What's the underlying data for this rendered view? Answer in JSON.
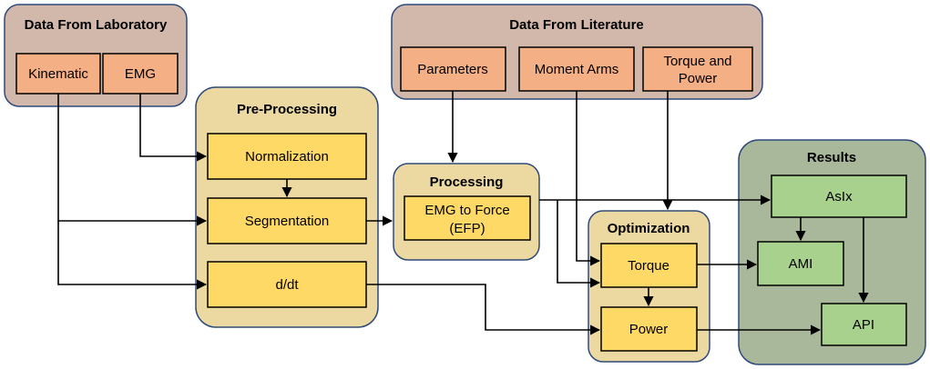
{
  "groups": {
    "lab": {
      "title": "Data From Laboratory",
      "fill": "#d2b8ab",
      "stroke": "#2f4a7a"
    },
    "literature": {
      "title": "Data From Literature",
      "fill": "#d2b8ab",
      "stroke": "#2f4a7a"
    },
    "preprocessing": {
      "title": "Pre-Processing",
      "fill": "#ecd9a2",
      "stroke": "#2f4a7a"
    },
    "processing": {
      "title": "Processing",
      "fill": "#ecd9a2",
      "stroke": "#2f4a7a"
    },
    "optimization": {
      "title": "Optimization",
      "fill": "#ecd9a2",
      "stroke": "#2f4a7a"
    },
    "results": {
      "title": "Results",
      "fill": "#a9b79b",
      "stroke": "#2f4a7a"
    }
  },
  "nodes": {
    "kinematic": {
      "line1": "Kinematic",
      "line2": "",
      "fill": "#f4af85"
    },
    "emg": {
      "line1": "EMG",
      "line2": "",
      "fill": "#f4af85"
    },
    "parameters": {
      "line1": "Parameters",
      "line2": "",
      "fill": "#f4af85"
    },
    "moment_arms": {
      "line1": "Moment Arms",
      "line2": "",
      "fill": "#f4af85"
    },
    "torque_power": {
      "line1": "Torque and",
      "line2": "Power",
      "fill": "#f4af85"
    },
    "normalization": {
      "line1": "Normalization",
      "line2": "",
      "fill": "#ffd966"
    },
    "segmentation": {
      "line1": "Segmentation",
      "line2": "",
      "fill": "#ffd966"
    },
    "ddt": {
      "line1": "d/dt",
      "line2": "",
      "fill": "#ffd966"
    },
    "emg_force": {
      "line1": "EMG to Force",
      "line2": "(EFP)",
      "fill": "#ffd966"
    },
    "torque": {
      "line1": "Torque",
      "line2": "",
      "fill": "#ffd966"
    },
    "power": {
      "line1": "Power",
      "line2": "",
      "fill": "#ffd966"
    },
    "asix": {
      "line1": "AsIx",
      "line2": "",
      "fill": "#a9d18e"
    },
    "ami": {
      "line1": "AMI",
      "line2": "",
      "fill": "#a9d18e"
    },
    "api": {
      "line1": "API",
      "line2": "",
      "fill": "#a9d18e"
    }
  }
}
